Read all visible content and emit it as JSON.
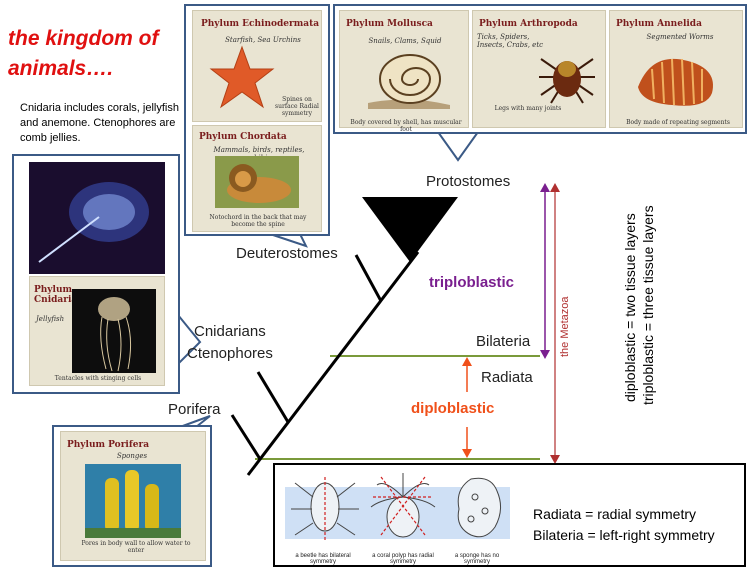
{
  "title": "the kingdom of animals….",
  "intro": "Cnidaria includes corals, jellyfish and anemone. Ctenophores are comb jellies.",
  "tree_labels": {
    "protostomes": "Protostomes",
    "deuterostomes": "Deuterostomes",
    "cnidarians": "Cnidarians",
    "ctenophores": "Ctenophores",
    "bilateria": "Bilateria",
    "radiata": "Radiata",
    "porifera": "Porifera",
    "triploblastic": "triploblastic",
    "diploblastic": "diploblastic",
    "metazoa": "the Metazoa",
    "diplo_def": "diploblastic = two tissue layers",
    "triplo_def": "triploblastic = three tissue layers"
  },
  "cards": {
    "echinodermata": {
      "phylum": "Phylum Echinodermata",
      "sub": "Starfish, Sea Urchins",
      "caption": "Spines on surface Radial symmetry"
    },
    "chordata": {
      "phylum": "Phylum Chordata",
      "sub": "Mammals, birds, reptiles, amphibians",
      "caption": "Notochord in the back that may become the spine"
    },
    "mollusca": {
      "phylum": "Phylum Mollusca",
      "sub": "Snails, Clams, Squid",
      "caption": "Body covered by shell, has muscular foot"
    },
    "arthropoda": {
      "phylum": "Phylum Arthropoda",
      "sub": "Ticks, Spiders, Insects, Crabs, etc",
      "caption": "Legs with many joints"
    },
    "annelida": {
      "phylum": "Phylum Annelida",
      "sub": "Segmented Worms",
      "caption": "Body made of repeating segments"
    },
    "cnidaria": {
      "phylum": "Phylum Cnidaria",
      "sub": "Jellyfish",
      "caption": "Tentacles with stinging cells"
    },
    "porifera": {
      "phylum": "Phylum Porifera",
      "sub": "Sponges",
      "caption": "Pores in body wall to allow water to enter"
    }
  },
  "symmetry": {
    "beetle": "a beetle has bilateral symmetry",
    "polyp": "a coral polyp has radial symmetry",
    "sponge": "a sponge has no symmetry",
    "radiata_def": "Radiata = radial symmetry",
    "bilateria_def": "Bilateria = left-right symmetry"
  },
  "colors": {
    "title": "#e01010",
    "triplo": "#7a1f8f",
    "diplo": "#f0501a",
    "metazoa_arrow": "#b03030",
    "level_line": "#7a9a3a",
    "callout_border": "#3b5a86"
  }
}
